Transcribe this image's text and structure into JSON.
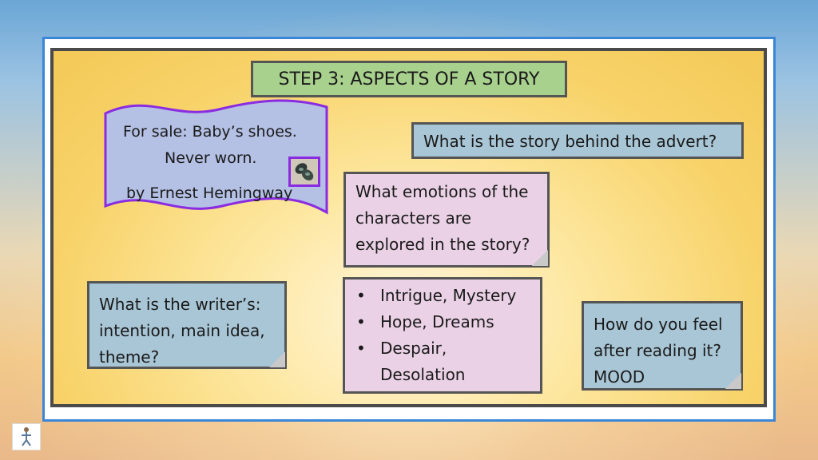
{
  "slide": {
    "title": "STEP 3: ASPECTS OF A STORY",
    "banner": {
      "line1": "For sale: Baby’s shoes.",
      "line2": "Never worn.",
      "line3": "by Ernest Hemingway"
    },
    "boxes": {
      "story_behind": "What is the story behind the advert?",
      "emotions": [
        "What emotions of the",
        "characters are",
        "explored in the story?"
      ],
      "writer_intention": [
        "What is the writer’s:",
        "intention, main idea,",
        "theme?"
      ],
      "emotion_list": [
        "Intrigue, Mystery",
        "Hope, Dreams",
        "Despair,",
        "Desolation"
      ],
      "mood": [
        "How do you feel",
        "after reading it?",
        "MOOD"
      ]
    },
    "icons": {
      "shoes": "baby-shoes-image",
      "logo": "figure-logo-icon"
    },
    "colors": {
      "title_bg": "#a9d18e",
      "blue_box": "#a9c6d6",
      "pink_box": "#ead1e6",
      "banner_fill": "#b4c0e4",
      "banner_border": "#8a2be2",
      "frame_border": "#3b86d6"
    }
  }
}
